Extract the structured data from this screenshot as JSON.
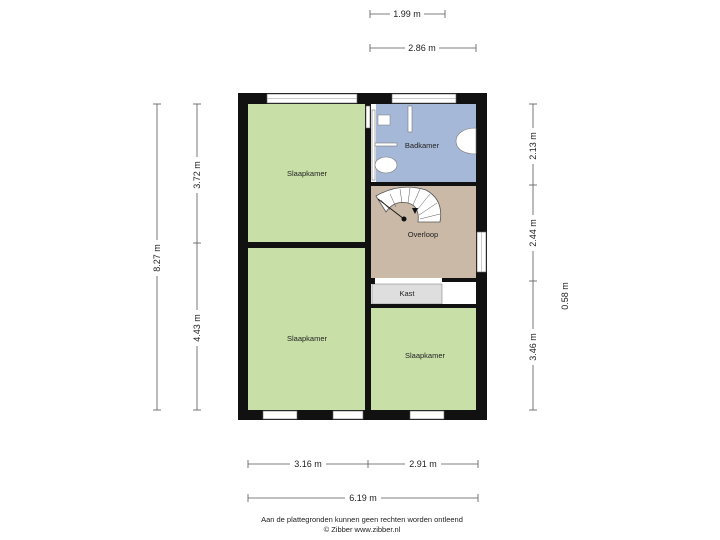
{
  "dimensions": {
    "top_1": "1.99 m",
    "top_2": "2.86 m",
    "left_total": "8.27 m",
    "left_upper": "3.72 m",
    "left_lower": "4.43 m",
    "right_1": "2.13 m",
    "right_2": "2.44 m",
    "right_3": "3.46 m",
    "right_far": "0.58 m",
    "bottom_left": "3.16 m",
    "bottom_right": "2.91 m",
    "bottom_total": "6.19 m"
  },
  "rooms": {
    "slaapkamer_top": "Slaapkamer",
    "slaapkamer_bottom_left": "Slaapkamer",
    "slaapkamer_bottom_right": "Slaapkamer",
    "badkamer": "Badkamer",
    "overloop": "Overloop",
    "kast": "Kast"
  },
  "colors": {
    "slaapkamer": "#c8e0a8",
    "badkamer": "#a6b8d8",
    "overloop": "#c9b9a6",
    "kast": "#dedede",
    "walls": "#111111"
  },
  "footer": {
    "line1": "Aan de plattegronden kunnen geen rechten worden ontleend",
    "line2": "© Zibber www.zibber.nl"
  }
}
